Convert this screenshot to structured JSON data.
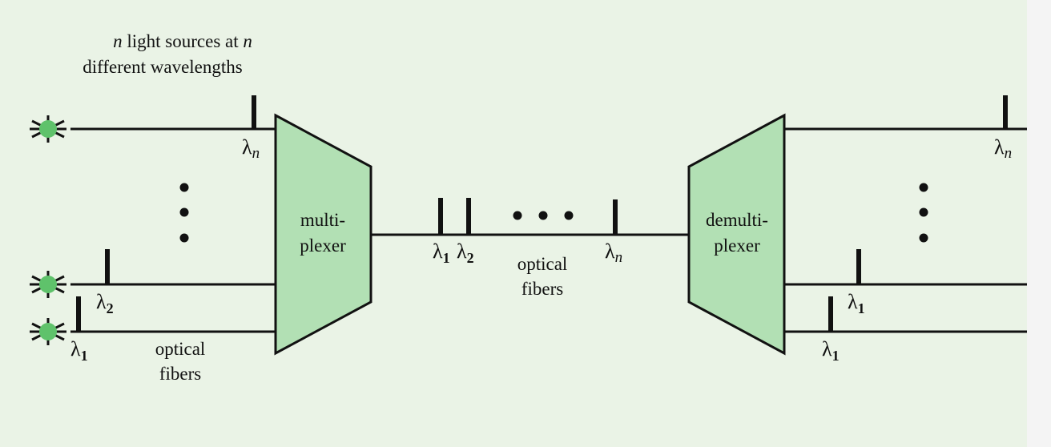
{
  "caption": {
    "var_n": "n",
    "line1_mid": " light sources at ",
    "line2": "different wavelengths"
  },
  "mux": {
    "line1": "multi-",
    "line2": "plexer"
  },
  "demux": {
    "line1": "demulti-",
    "line2": "plexer"
  },
  "fiber_label_left": {
    "line1": "optical",
    "line2": "fibers"
  },
  "fiber_label_center": {
    "line1": "optical",
    "line2": "fibers"
  },
  "symbols": {
    "lambda": "λ",
    "sub_1": "1",
    "sub_2": "2",
    "sub_n": "n"
  },
  "colors": {
    "background": "#eaf3e6",
    "box_fill": "#b2e0b4",
    "led_fill": "#5fc26b",
    "stroke": "#111111"
  }
}
